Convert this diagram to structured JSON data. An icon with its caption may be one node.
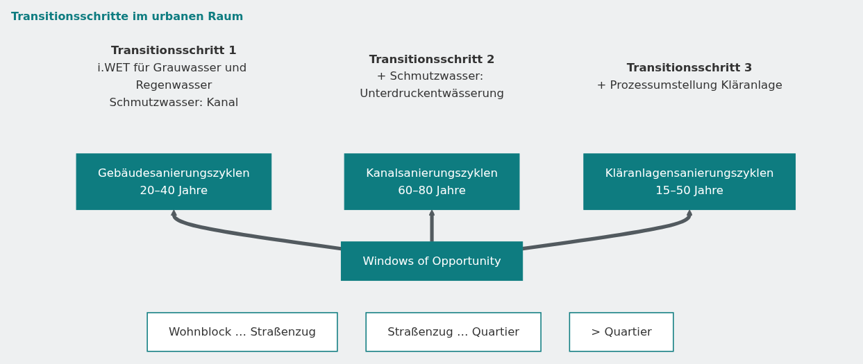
{
  "diagram": {
    "title": "Transitionsschritte im urbanen Raum",
    "nodes": [
      {
        "text": [
          "Gebäudesanierungszyklen",
          "20–40 Jahre"
        ],
        "beside": [
          "Transitionsschritt 1",
          "i.WET für Grauwasser und Regenwasser",
          "Schmutzwasser: Kanal"
        ]
      },
      {
        "text": [
          "Kanalsanierungszyklen",
          "60–80 Jahre"
        ],
        "beside": [
          "Transitionsschritt 2",
          "+ Schmutzwasser: Unterdruckentwässerung"
        ]
      },
      {
        "text": [
          "Kläranlagensanierungszyklen",
          "15–50 Jahre"
        ],
        "beside": [
          "Transitionsschritt 3",
          "+ Prozessumstellung Kläranlage"
        ]
      },
      {
        "text": [
          "Windows of Opportunity"
        ]
      },
      {
        "text": [
          "Wohnblock … Straßenzug"
        ]
      },
      {
        "text": [
          "Straßenzug … Quartier"
        ]
      },
      {
        "text": [
          "> Quartier"
        ]
      }
    ],
    "edges": [
      {
        "from": 3,
        "to": 0,
        "arrow": "to"
      },
      {
        "from": 3,
        "to": 1,
        "arrow": "to"
      },
      {
        "from": 3,
        "to": 2,
        "arrow": "to"
      }
    ]
  }
}
